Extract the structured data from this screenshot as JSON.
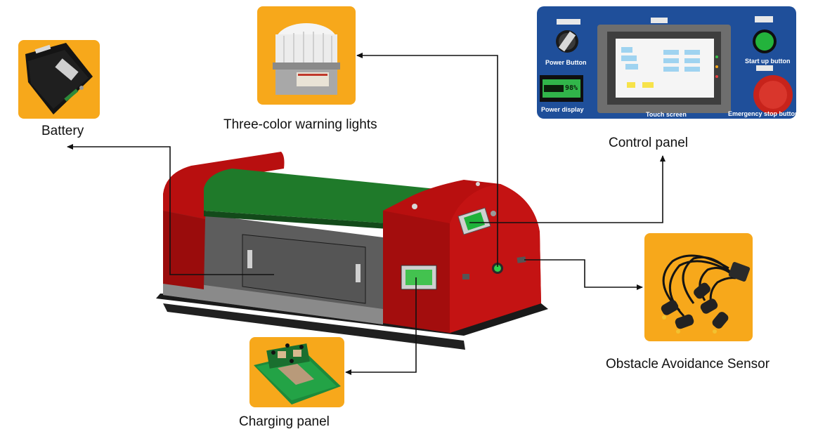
{
  "labels": {
    "battery": "Battery",
    "warning_lights": "Three-color warning lights",
    "control_panel": "Control panel",
    "obstacle_sensor": "Obstacle Avoidance Sensor",
    "charging_panel": "Charging panel"
  },
  "control_panel": {
    "power_button": "Power Button",
    "power_display": "Power display",
    "touch_screen": "Touch screen",
    "start_up_button": "Start up button",
    "emergency_stop_button": "Emergency stop button",
    "battery_percent": "98%"
  },
  "colors": {
    "tile_orange": "#f7a81b",
    "robot_red": "#b80f0f",
    "robot_gray": "#5b5b5b",
    "belt_green": "#1f7a2a",
    "panel_blue": "#1f4f9a",
    "arrow": "#111111"
  },
  "icons": {
    "battery_photo": "battery-pack-icon",
    "warning_light_photo": "warning-light-icon",
    "sensor_photo": "ultrasonic-sensor-icon",
    "charging_photo": "charging-contact-icon",
    "control_photo": "control-panel-icon"
  }
}
